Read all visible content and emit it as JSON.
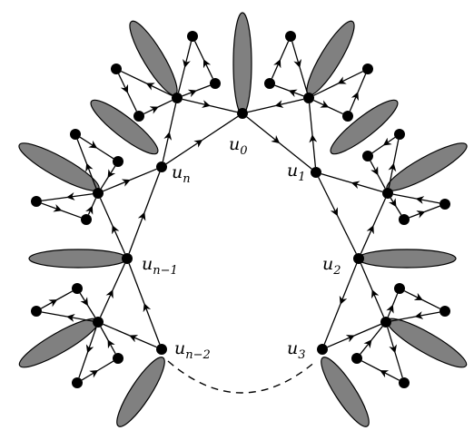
{
  "colors": {
    "stroke": "#000000",
    "petal_fill": "#808080",
    "node_fill": "#000000",
    "background": "#ffffff"
  },
  "labels": {
    "u0": {
      "base": "u",
      "sub": "0"
    },
    "u1": {
      "base": "u",
      "sub": "1"
    },
    "u2": {
      "base": "u",
      "sub": "2"
    },
    "u3": {
      "base": "u",
      "sub": "3"
    },
    "un": {
      "base": "u",
      "sub": "n"
    },
    "un1": {
      "base": "u",
      "sub": "n−1"
    },
    "un2": {
      "base": "u",
      "sub": "n−2"
    }
  }
}
